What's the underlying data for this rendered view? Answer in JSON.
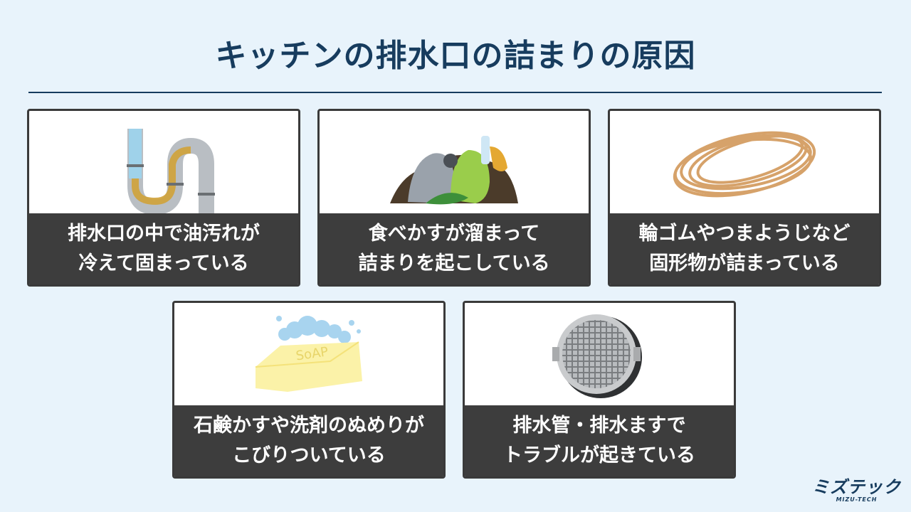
{
  "title": "キッチンの排水口の詰まりの原因",
  "cards": [
    {
      "line1": "排水口の中で油汚れが",
      "line2": "冷えて固まっている",
      "icon": "pipe-icon"
    },
    {
      "line1": "食べかすが溜まって",
      "line2": "詰まりを起こしている",
      "icon": "garbage-icon"
    },
    {
      "line1": "輪ゴムやつまようじなど",
      "line2": "固形物が詰まっている",
      "icon": "rubber-band-icon"
    },
    {
      "line1": "石鹸かすや洗剤のぬめりが",
      "line2": "こびりついている",
      "icon": "soap-icon"
    },
    {
      "line1": "排水管・排水ますで",
      "line2": "トラブルが起きている",
      "icon": "drain-basket-icon"
    }
  ],
  "soap_text": "SoAP",
  "logo": {
    "main": "ミズテック",
    "sub": "MIZU-TECH"
  },
  "colors": {
    "background": "#e8f3fb",
    "title": "#173c5e",
    "caption_bg": "#3d3d3d",
    "card_border": "#3a3a3a"
  }
}
